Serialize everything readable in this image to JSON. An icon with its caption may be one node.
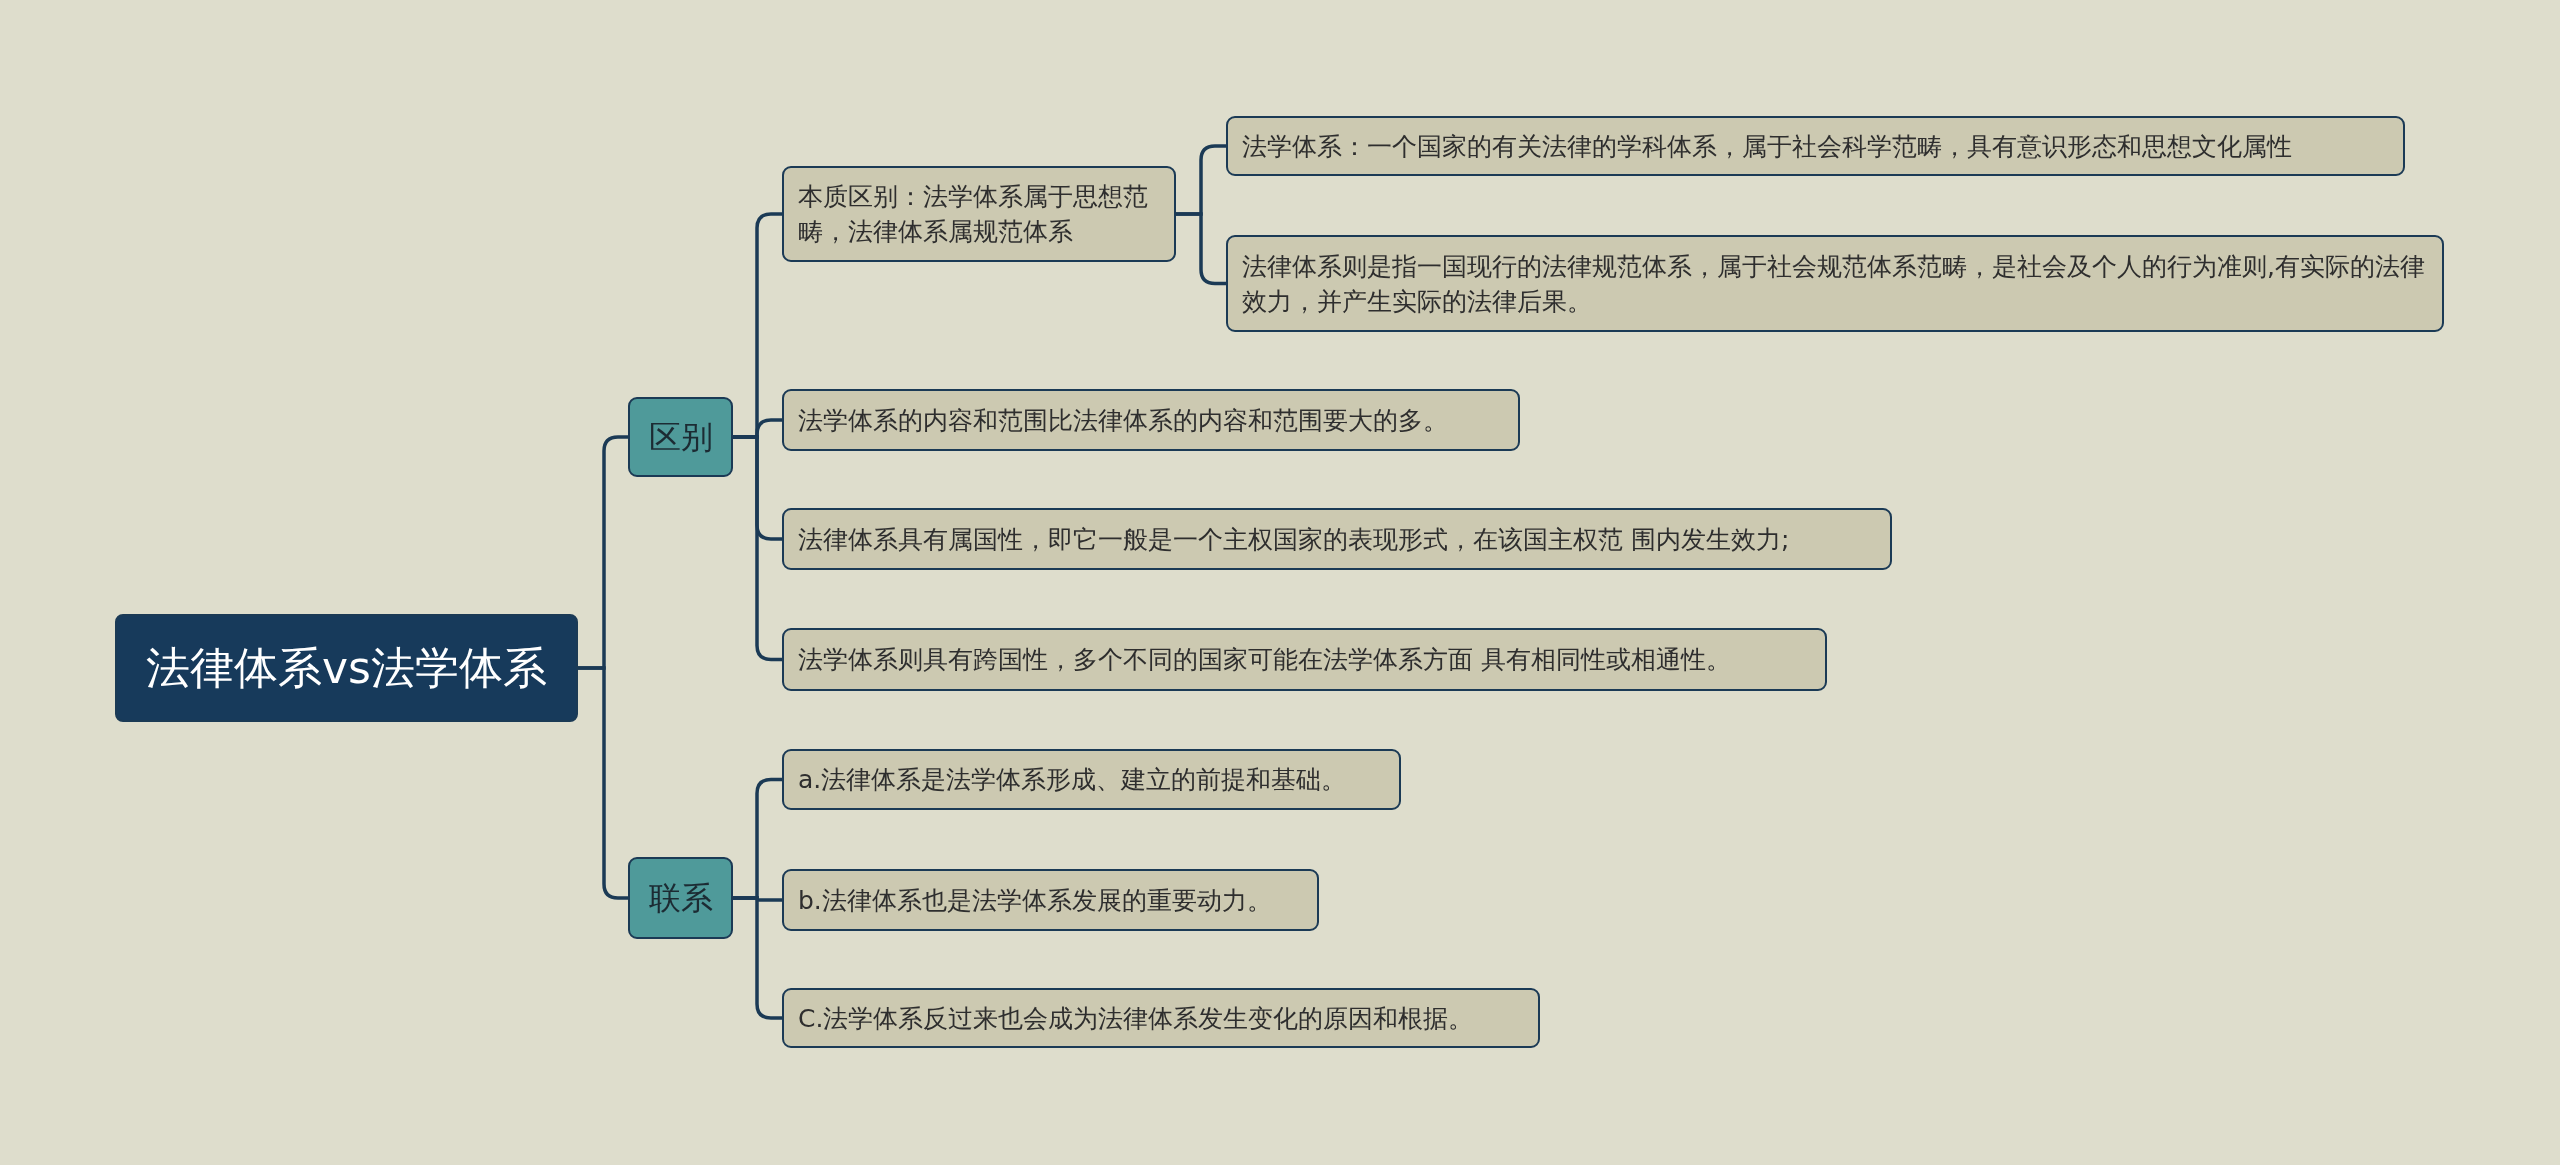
{
  "diagram": {
    "nodes": [
      {
        "text": [
          "法律体系vs法学体系"
        ]
      },
      {
        "text": [
          "区别"
        ]
      },
      {
        "text": [
          "本质区别：法学体系属于思想范畴，法律体系属规范体系"
        ]
      },
      {
        "text": [
          "法学体系：一个国家的有关法律的学科体系，属于社会科学范畴，具有意识形态和思想文化属性"
        ]
      },
      {
        "text": [
          "法律体系则是指一国现行的法律规范体系，属于社会规范体系范畴，是社会及个人的行为准则,有实际的法律效力，并产生实际的法律后果。"
        ]
      },
      {
        "text": [
          "法学体系的内容和范围比法律体系的内容和范围要大的多。"
        ]
      },
      {
        "text": [
          "法律体系具有属国性，即它一般是一个主权国家的表现形式，在该国主权范 围内发生效力;"
        ]
      },
      {
        "text": [
          "法学体系则具有跨国性，多个不同的国家可能在法学体系方面 具有相同性或相通性。"
        ]
      },
      {
        "text": [
          "联系"
        ]
      },
      {
        "text": [
          "a.法律体系是法学体系形成、建立的前提和基础。"
        ]
      },
      {
        "text": [
          "b.法律体系也是法学体系发展的重要动力。"
        ]
      },
      {
        "text": [
          "C.法学体系反过来也会成为法律体系发生变化的原因和根据。"
        ]
      }
    ],
    "edges": [
      {
        "from": 0,
        "to": 1,
        "arrow": "none"
      },
      {
        "from": 0,
        "to": 8,
        "arrow": "none"
      },
      {
        "from": 1,
        "to": 2,
        "arrow": "none"
      },
      {
        "from": 1,
        "to": 5,
        "arrow": "none"
      },
      {
        "from": 1,
        "to": 6,
        "arrow": "none"
      },
      {
        "from": 1,
        "to": 7,
        "arrow": "none"
      },
      {
        "from": 2,
        "to": 3,
        "arrow": "none"
      },
      {
        "from": 2,
        "to": 4,
        "arrow": "none"
      },
      {
        "from": 8,
        "to": 9,
        "arrow": "none"
      },
      {
        "from": 8,
        "to": 10,
        "arrow": "none"
      },
      {
        "from": 8,
        "to": 11,
        "arrow": "none"
      }
    ]
  }
}
